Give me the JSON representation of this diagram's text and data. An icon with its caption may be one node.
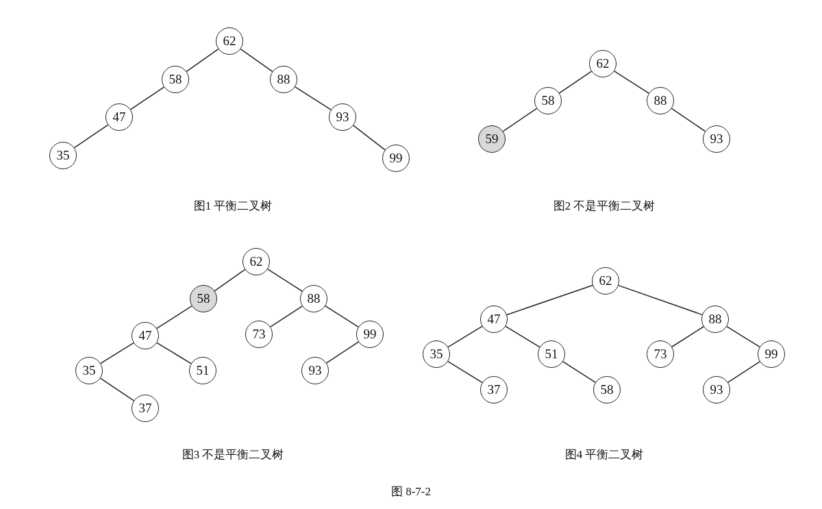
{
  "diagram": {
    "caption": "图 8-7-2",
    "nodes": [
      {
        "text": [
          "62"
        ]
      },
      {
        "text": [
          "58"
        ]
      },
      {
        "text": [
          "88"
        ]
      },
      {
        "text": [
          "47"
        ]
      },
      {
        "text": [
          "93"
        ]
      },
      {
        "text": [
          "35"
        ]
      },
      {
        "text": [
          "99"
        ]
      },
      {
        "text": [
          "62"
        ]
      },
      {
        "text": [
          "58"
        ]
      },
      {
        "text": [
          "88"
        ]
      },
      {
        "text": [
          "59"
        ]
      },
      {
        "text": [
          "93"
        ]
      },
      {
        "text": [
          "62"
        ]
      },
      {
        "text": [
          "58"
        ]
      },
      {
        "text": [
          "88"
        ]
      },
      {
        "text": [
          "47"
        ]
      },
      {
        "text": [
          "73"
        ]
      },
      {
        "text": [
          "99"
        ]
      },
      {
        "text": [
          "35"
        ]
      },
      {
        "text": [
          "51"
        ]
      },
      {
        "text": [
          "93"
        ]
      },
      {
        "text": [
          "37"
        ]
      },
      {
        "text": [
          "62"
        ]
      },
      {
        "text": [
          "47"
        ]
      },
      {
        "text": [
          "88"
        ]
      },
      {
        "text": [
          "35"
        ]
      },
      {
        "text": [
          "51"
        ]
      },
      {
        "text": [
          "73"
        ]
      },
      {
        "text": [
          "99"
        ]
      },
      {
        "text": [
          "37"
        ]
      },
      {
        "text": [
          "58"
        ]
      },
      {
        "text": [
          "93"
        ]
      }
    ],
    "edges": [
      {
        "from": 0,
        "to": 1,
        "arrow": "none"
      },
      {
        "from": 0,
        "to": 2,
        "arrow": "none"
      },
      {
        "from": 1,
        "to": 3,
        "arrow": "none"
      },
      {
        "from": 2,
        "to": 4,
        "arrow": "none"
      },
      {
        "from": 3,
        "to": 5,
        "arrow": "none"
      },
      {
        "from": 4,
        "to": 6,
        "arrow": "none"
      },
      {
        "from": 7,
        "to": 8,
        "arrow": "none"
      },
      {
        "from": 7,
        "to": 9,
        "arrow": "none"
      },
      {
        "from": 8,
        "to": 10,
        "arrow": "none"
      },
      {
        "from": 9,
        "to": 11,
        "arrow": "none"
      },
      {
        "from": 12,
        "to": 13,
        "arrow": "none"
      },
      {
        "from": 12,
        "to": 14,
        "arrow": "none"
      },
      {
        "from": 13,
        "to": 15,
        "arrow": "none"
      },
      {
        "from": 14,
        "to": 16,
        "arrow": "none"
      },
      {
        "from": 14,
        "to": 17,
        "arrow": "none"
      },
      {
        "from": 15,
        "to": 18,
        "arrow": "none"
      },
      {
        "from": 15,
        "to": 19,
        "arrow": "none"
      },
      {
        "from": 17,
        "to": 20,
        "arrow": "none"
      },
      {
        "from": 18,
        "to": 21,
        "arrow": "none"
      },
      {
        "from": 22,
        "to": 23,
        "arrow": "none"
      },
      {
        "from": 22,
        "to": 24,
        "arrow": "none"
      },
      {
        "from": 23,
        "to": 25,
        "arrow": "none"
      },
      {
        "from": 23,
        "to": 26,
        "arrow": "none"
      },
      {
        "from": 24,
        "to": 27,
        "arrow": "none"
      },
      {
        "from": 24,
        "to": 28,
        "arrow": "none"
      },
      {
        "from": 25,
        "to": 29,
        "arrow": "none"
      },
      {
        "from": 26,
        "to": 30,
        "arrow": "none"
      },
      {
        "from": 28,
        "to": 31,
        "arrow": "none"
      }
    ],
    "labels": [
      "图1 平衡二叉树",
      "图2 不是平衡二叉树",
      "图3 不是平衡二叉树",
      "图4 平衡二叉树"
    ]
  }
}
